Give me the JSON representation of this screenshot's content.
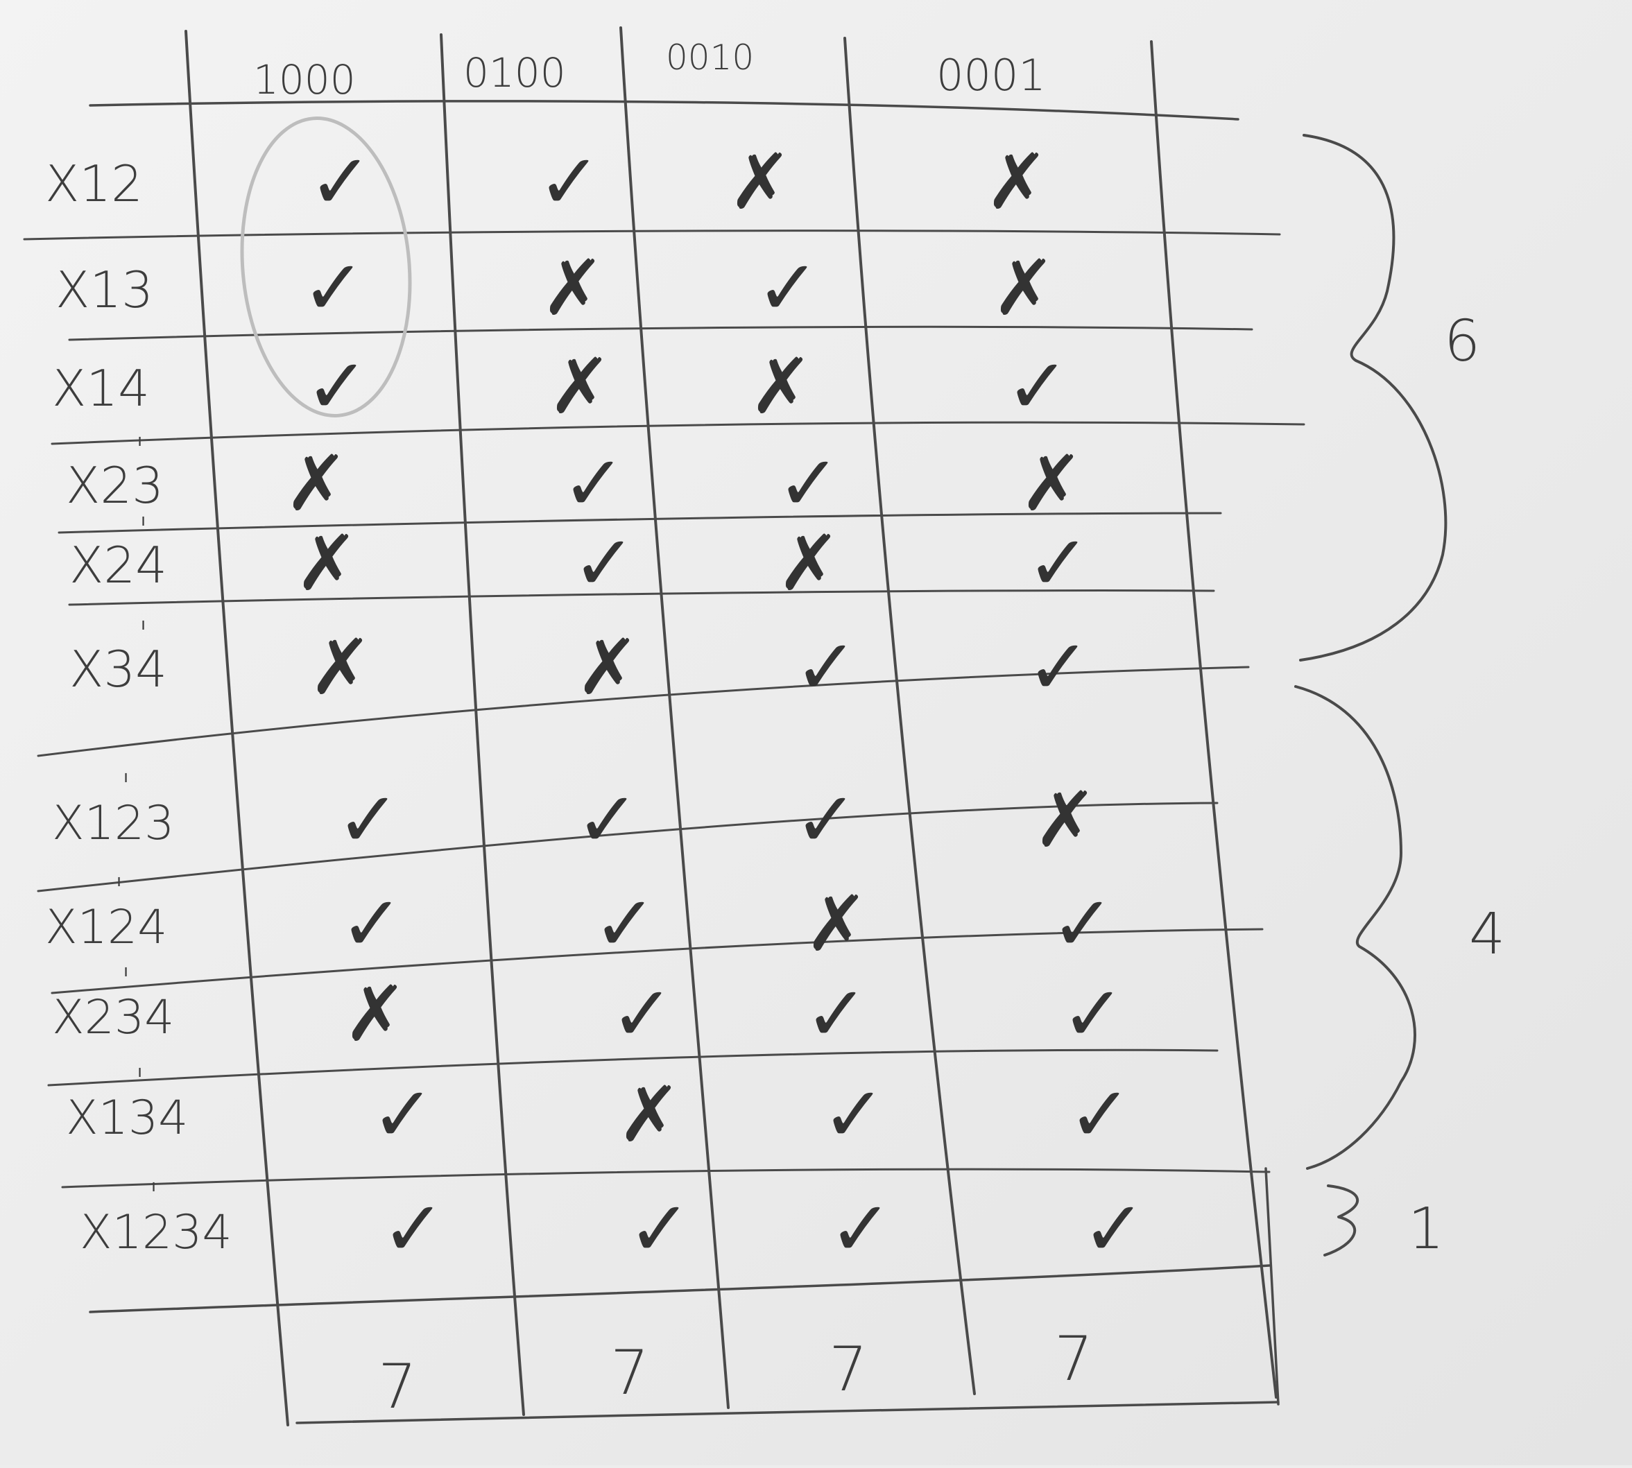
{
  "table": {
    "column_headers": [
      "1000",
      "0100",
      "0010",
      "0001"
    ],
    "rows": [
      {
        "label": "X12",
        "sup": "",
        "marks": [
          "✓",
          "✓",
          "✗",
          "✗"
        ]
      },
      {
        "label": "X13",
        "sup": "",
        "marks": [
          "✓",
          "✗",
          "✓",
          "✗"
        ]
      },
      {
        "label": "X14",
        "sup": "",
        "marks": [
          "✓",
          "✗",
          "✗",
          "✓"
        ]
      },
      {
        "label": "X23",
        "sup": "'",
        "marks": [
          "✗",
          "✓",
          "✓",
          "✗"
        ]
      },
      {
        "label": "X24",
        "sup": "'",
        "marks": [
          "✗",
          "✓",
          "✗",
          "✓"
        ]
      },
      {
        "label": "X34",
        "sup": "'",
        "marks": [
          "✗",
          "✗",
          "✓",
          "✓"
        ]
      },
      {
        "label": "X123",
        "sup": "'",
        "marks": [
          "✓",
          "✓",
          "✓",
          "✗"
        ]
      },
      {
        "label": "X124",
        "sup": "'",
        "marks": [
          "✓",
          "✓",
          "✗",
          "✓"
        ]
      },
      {
        "label": "X234",
        "sup": "'",
        "marks": [
          "✗",
          "✓",
          "✓",
          "✓"
        ]
      },
      {
        "label": "X134",
        "sup": "'",
        "marks": [
          "✓",
          "✗",
          "✓",
          "✓"
        ]
      },
      {
        "label": "X1234",
        "sup": "'",
        "marks": [
          "✓",
          "✓",
          "✓",
          "✓"
        ]
      }
    ],
    "column_totals": [
      "7",
      "7",
      "7",
      "7"
    ]
  },
  "brace_groups": [
    {
      "label": "6",
      "rows_covered": 6
    },
    {
      "label": "4",
      "rows_covered": 4
    },
    {
      "label": "1",
      "rows_covered": 1
    }
  ],
  "colors": {
    "pencil": "#4a4a4a",
    "paper": "#ededed",
    "circle": "#bdbdbd"
  }
}
